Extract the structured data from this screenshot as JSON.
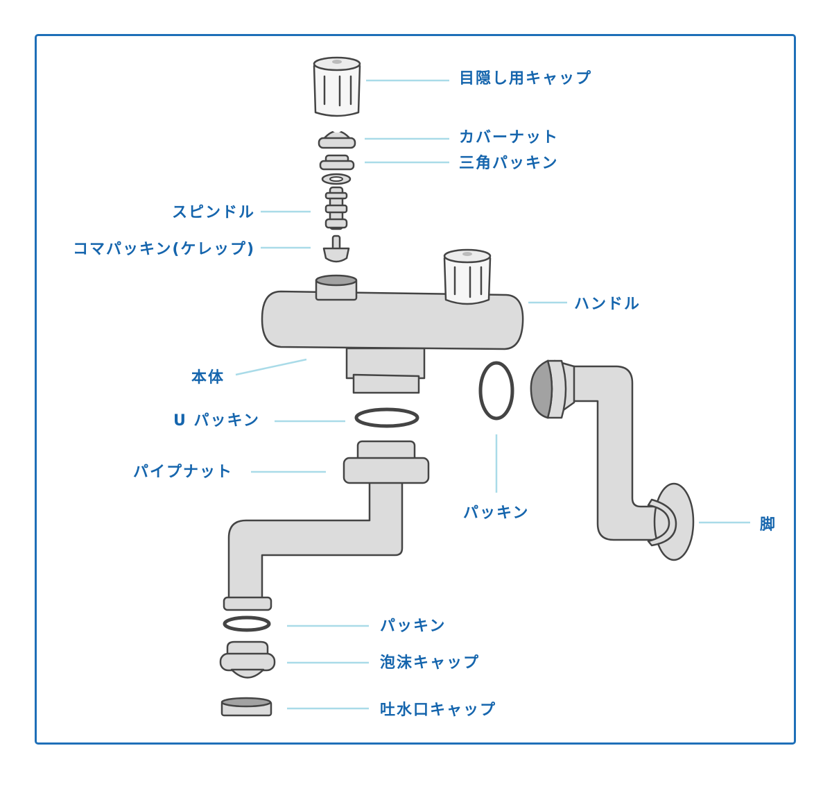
{
  "labels": {
    "cap": "目隠し用キャップ",
    "cover_nut": "カバーナット",
    "triangle_packing": "三角パッキン",
    "spindle": "スピンドル",
    "top_packing": "コマパッキン(ケレップ)",
    "handle": "ハンドル",
    "body": "本体",
    "u_packing": "U パッキン",
    "pipe_nut": "パイプナット",
    "packing_mid": "パッキン",
    "leg": "脚",
    "packing_bottom": "パッキン",
    "bubble_cap": "泡沫キャップ",
    "spout_cap": "吐水口キャップ"
  },
  "colors": {
    "frame": "#1e6fb8",
    "label_text": "#1565ad",
    "leader_line": "#a9dbe8",
    "part_fill": "#dcdcdc",
    "part_dark": "#a2a2a2",
    "outline": "#444444"
  }
}
